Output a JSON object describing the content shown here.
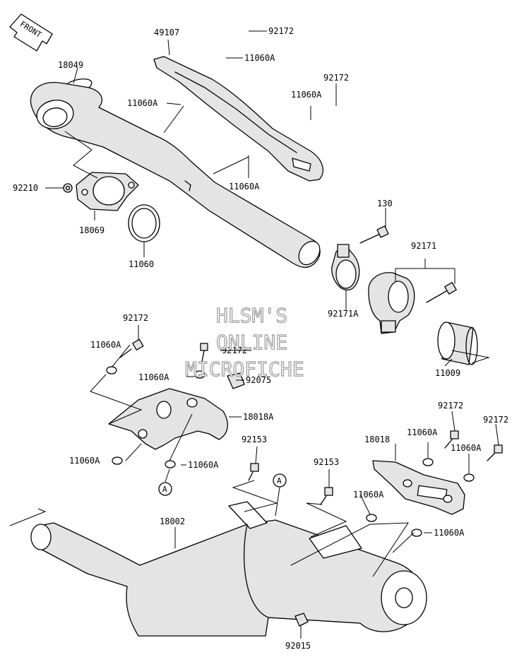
{
  "labels": {
    "front": "FRONT",
    "l49107": "49107",
    "l92172_top": "92172",
    "l11060A_top": "11060A",
    "l18049": "18049",
    "l92172_r": "92172",
    "l11060A_r": "11060A",
    "l11060A_mid": "11060A",
    "l11060A_low": "11060A",
    "l92210": "92210",
    "l18069": "18069",
    "l11060": "11060",
    "l130": "130",
    "l92171": "92171",
    "l92171A": "92171A",
    "l11009": "11009",
    "l92172_c": "92172",
    "l11060A_c": "11060A",
    "l92172_cm": "92172",
    "l11060A_cm": "11060A",
    "l92075": "92075",
    "l18018A": "18018A",
    "l11060A_cl": "11060A",
    "l11060A_cb": "11060A",
    "l92153_a": "92153",
    "l92153_b": "92153",
    "l18018": "18018",
    "l92172_br1": "92172",
    "l92172_br2": "92172",
    "l11060A_br1": "11060A",
    "l11060A_br2": "11060A",
    "l11060A_br3": "11060A",
    "l11060A_br4": "11060A",
    "l18002": "18002",
    "l92015": "92015",
    "ref_a1": "A",
    "ref_a2": "A"
  },
  "watermark": {
    "line1": "HLSM'S",
    "line2": "ONLINE",
    "line3": "MICROFICHE"
  },
  "colors": {
    "line": "#000000",
    "background": "#ffffff",
    "part_fill": "#e4e4e4",
    "watermark": "#9a9a9a"
  }
}
